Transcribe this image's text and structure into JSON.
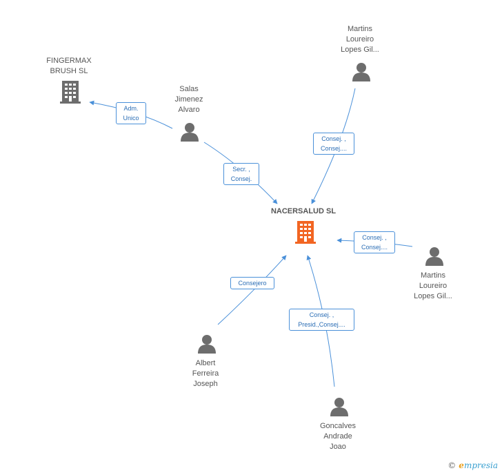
{
  "center": {
    "name": "NACERSALUD SL",
    "color": "#f26522"
  },
  "nodes": {
    "fingermax": {
      "lines": [
        "FINGERMAX",
        "BRUSH SL"
      ],
      "icon": "building-icon"
    },
    "salas": {
      "lines": [
        "Salas",
        "Jimenez",
        "Alvaro"
      ],
      "icon": "person-icon"
    },
    "martins_top": {
      "lines": [
        "Martins",
        "Loureiro",
        "Lopes Gil..."
      ],
      "icon": "person-icon"
    },
    "martins_right": {
      "lines": [
        "Martins",
        "Loureiro",
        "Lopes Gil..."
      ],
      "icon": "person-icon"
    },
    "albert": {
      "lines": [
        "Albert",
        "Ferreira",
        "Joseph"
      ],
      "icon": "person-icon"
    },
    "goncalves": {
      "lines": [
        "Goncalves",
        "Andrade",
        "Joao"
      ],
      "icon": "person-icon"
    }
  },
  "edges": {
    "adm": [
      "Adm.",
      "Unico"
    ],
    "secr": [
      "Secr. ,",
      "Consej."
    ],
    "consej_top": [
      "Consej. ,",
      "Consej...."
    ],
    "consej_right": [
      "Consej. ,",
      "Consej...."
    ],
    "consejero": [
      "Consejero"
    ],
    "presid": [
      "Consej. ,",
      "Presid.,Consej...."
    ]
  },
  "colors": {
    "edge": "#4a90d9",
    "node": "#6d6d6d",
    "accent": "#f26522"
  },
  "brand": {
    "copyright": "©",
    "initial": "e",
    "rest": "mpresia"
  }
}
